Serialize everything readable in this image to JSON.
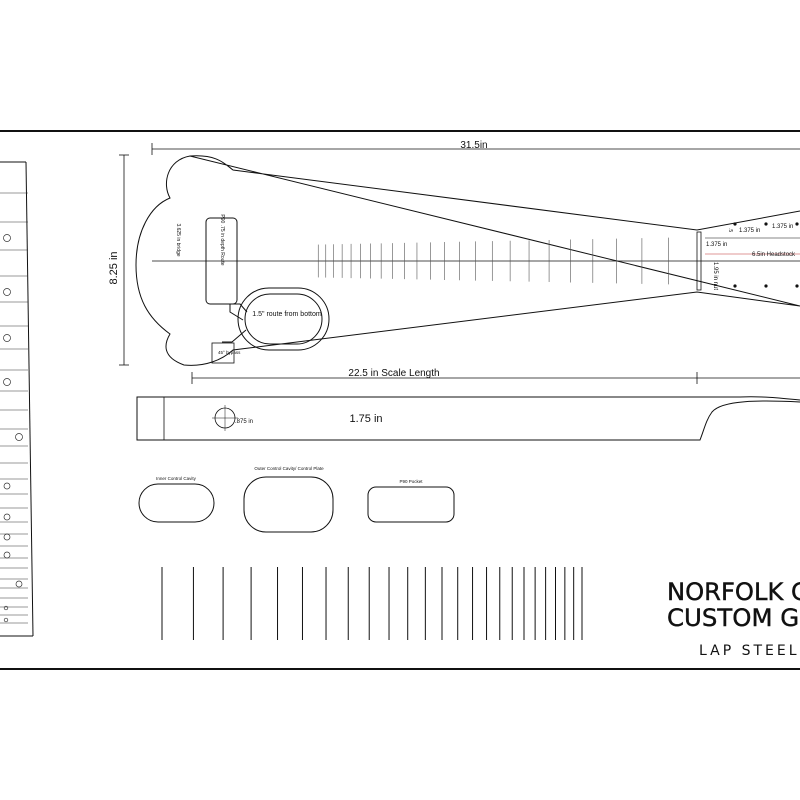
{
  "dimensions": {
    "overall_length": "31.5in",
    "body_width": "8.25 in",
    "scale_length": "22.5 in Scale Length",
    "neck_width": "1.75 in",
    "bridge_pos": "3.625 in bridge",
    "p90_route": "P90 .75 in depth Route",
    "route_15": "1.5\" route from bottom",
    "jack_label": "45° bypass",
    "headstock_1375_a": "1.375 in",
    "headstock_1375_b": "1.375 in",
    "headstock_1375_c": "1.375 in",
    "headstock_05": ".5",
    "headstock_len": "6.5in Headstock",
    "nut_width": "1.95 in nut",
    "hole_875": ".875 in"
  },
  "templates": {
    "inner_cavity": "Inner Control Cavity",
    "outer_cavity": "Outer Control Cavity/ Control Plate",
    "p90_pocket": "P90 Pocket"
  },
  "branding": {
    "line1": "NORFOLK CO",
    "line2": "CUSTOM GU",
    "line3": "LAP STEEL PLA"
  }
}
